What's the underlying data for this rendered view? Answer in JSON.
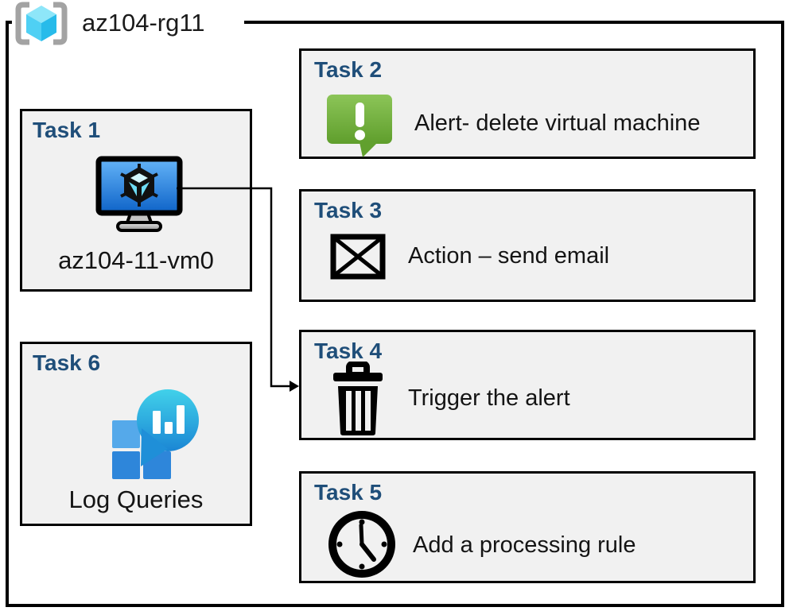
{
  "header": {
    "title": "az104-rg11",
    "icon": "resource-group-icon"
  },
  "tasks": [
    {
      "label": "Task 1",
      "text": "az104-11-vm0",
      "icon": "virtual-machine-icon"
    },
    {
      "label": "Task 2",
      "text": "Alert- delete virtual machine",
      "icon": "alert-message-icon"
    },
    {
      "label": "Task 3",
      "text": "Action – send email",
      "icon": "email-envelope-icon"
    },
    {
      "label": "Task 4",
      "text": "Trigger the alert",
      "icon": "trash-delete-icon"
    },
    {
      "label": "Task 5",
      "text": "Add a processing rule",
      "icon": "clock-icon"
    },
    {
      "label": "Task 6",
      "text": "Log Queries",
      "icon": "log-queries-icon"
    }
  ],
  "connector": {
    "from": "Task 1 virtual machine",
    "to": "Task 4"
  },
  "colors": {
    "task_label_blue": "#1f4e79",
    "box_fill": "#f1f1f1",
    "box_border": "#000000",
    "alert_green_top": "#8cc558",
    "alert_green_bottom": "#5f9e2c",
    "vm_screen_top": "#64b4f8",
    "vm_screen_bottom": "#0e63c8",
    "log_bubble_top": "#41d1ea",
    "log_bubble_bottom": "#1b86d4",
    "log_square_light": "#55a9ea",
    "log_square_dark": "#2e86da",
    "rg_bracket_gray": "#a3a3a3",
    "rg_cube_cyan": "#35c5f1"
  }
}
